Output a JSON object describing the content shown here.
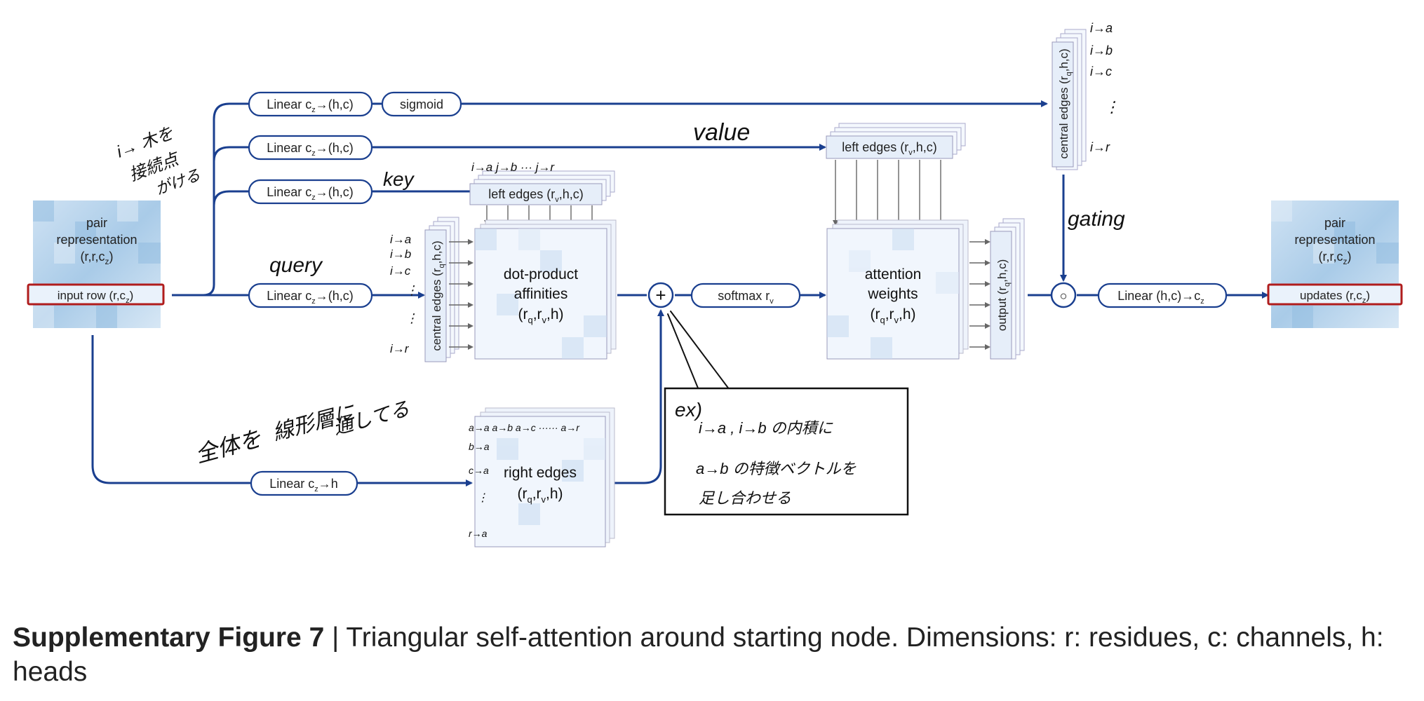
{
  "nodes": {
    "pair_in": {
      "l1": "pair",
      "l2": "representation",
      "l3": "(r,r,c",
      "l3sub": "z",
      "l3end": ")"
    },
    "input_row": {
      "text": "input row (r,c",
      "sub": "z",
      "end": ")"
    },
    "pair_out": {
      "l1": "pair",
      "l2": "representation",
      "l3": "(r,r,c",
      "l3sub": "z",
      "l3end": ")"
    },
    "updates": {
      "text": "updates (r,c",
      "sub": "z",
      "end": ")"
    },
    "lin1": {
      "text": "Linear c",
      "sub": "z",
      "end": "→(h,c)"
    },
    "sigmoid": {
      "text": "sigmoid"
    },
    "lin2": {
      "text": "Linear c",
      "sub": "z",
      "end": "→(h,c)"
    },
    "lin3": {
      "text": "Linear c",
      "sub": "z",
      "end": "→(h,c)"
    },
    "lin4": {
      "text": "Linear c",
      "sub": "z",
      "end": "→(h,c)"
    },
    "lin5": {
      "text": "Linear c",
      "sub": "z",
      "end": "→h"
    },
    "softmax": {
      "text": "softmax r",
      "sub": "v"
    },
    "lin_out": {
      "text": "Linear (h,c)→c",
      "sub": "z"
    },
    "plus": {
      "text": "+"
    },
    "gate": {
      "text": "○"
    },
    "left_edges_key": {
      "text": "left edges (r",
      "sub": "v",
      "end": ",h,c)"
    },
    "left_edges_val": {
      "text": "left edges (r",
      "sub": "v",
      "end": ",h,c)"
    },
    "central_edges_q": {
      "text": "central edges (r",
      "sub": "q",
      "end": ",h,c)"
    },
    "central_edges_g": {
      "text": "central edges (r",
      "sub": "q",
      "end": ",h,c)"
    },
    "output": {
      "text": "output (r",
      "sub": "q",
      "end": ",h,c)"
    },
    "dot": {
      "l1": "dot-product",
      "l2": "affinities",
      "l3": "(r",
      "l3sub1": "q",
      "l3mid": ",r",
      "l3sub2": "v",
      "l3end": ",h)"
    },
    "attn": {
      "l1": "attention",
      "l2": "weights",
      "l3": "(r",
      "l3sub1": "q",
      "l3mid": ",r",
      "l3sub2": "v",
      "l3end": ",h)"
    },
    "right": {
      "l1": "right edges",
      "l3": "(r",
      "l3sub1": "q",
      "l3mid": ",r",
      "l3sub2": "v",
      "l3end": ",h)"
    }
  },
  "annotations": {
    "value": "value",
    "key": "key",
    "query": "query",
    "gating": "gating",
    "note_a": "i→ 木を",
    "note_b": "接続点",
    "note_c": "がける",
    "top_a": "i→a j→b ··· j→r",
    "central_a": "i→a",
    "central_b": "i→b",
    "central_c": "i→c",
    "central_r": "i→r",
    "gate_a": "i→a",
    "gate_b": "i→b",
    "gate_c": "i→c",
    "gate_r": "i→r",
    "right_top": "a→a a→b a→c ······ a→r",
    "right_b": "b→a",
    "right_c": "c→a",
    "right_r": "r→a",
    "left_note_1": "全体を",
    "left_note_2": "線形層に",
    "left_note_3": "通してる",
    "box_1": "ex)",
    "box_2": "i→a , i→b の内積に",
    "box_3": "a→b の特徴ベクトルを",
    "box_4": "足し合わせる"
  },
  "caption": {
    "label": "Supplementary Figure 7",
    "sep": " | ",
    "text": "Triangular self-attention around starting node. Dimensions: r: residues, c: channels, h: heads"
  },
  "colors": {
    "flow": "#1a3f8f",
    "matrix_light": "#e8f0fb",
    "matrix_dark": "#b9d3ec"
  }
}
